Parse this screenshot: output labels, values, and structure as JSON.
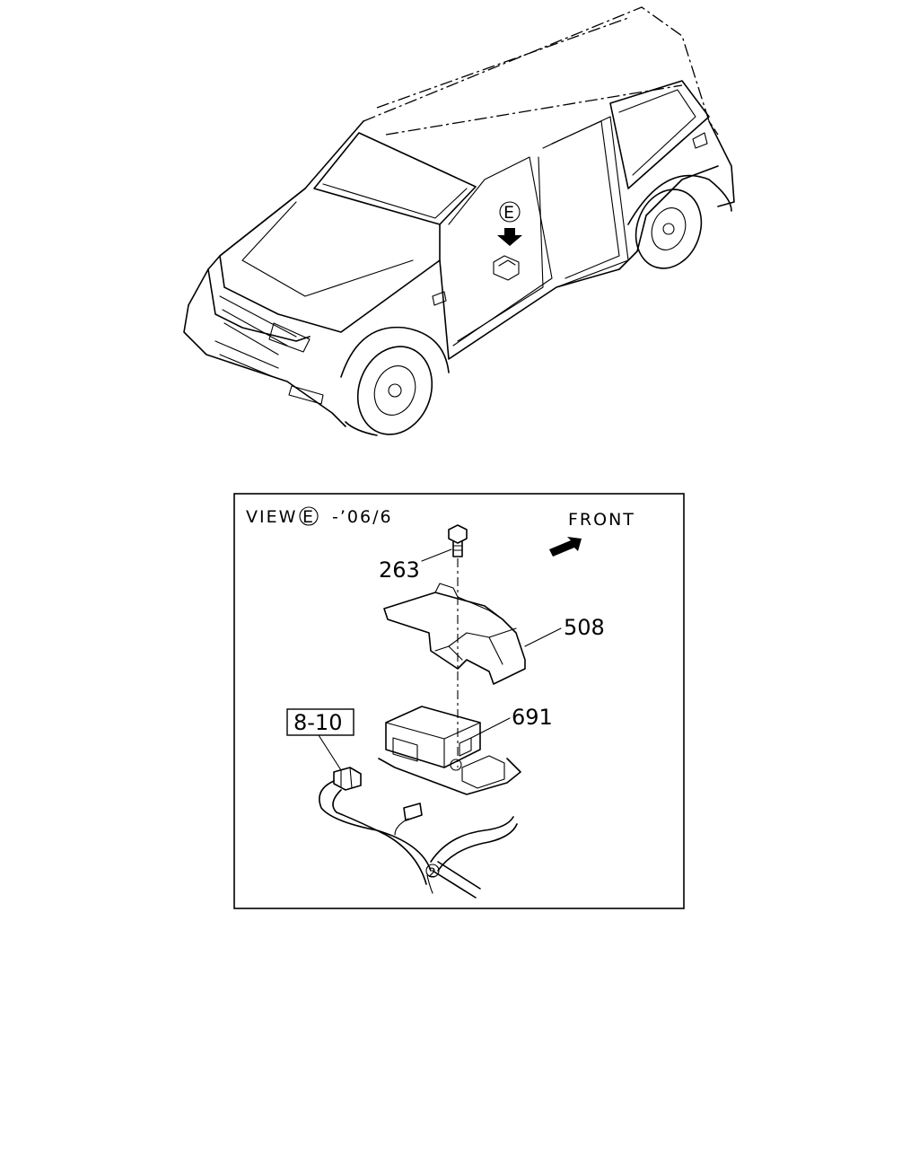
{
  "vehicle": {
    "view_marker": "E"
  },
  "detail": {
    "view_label": "VIEW",
    "view_marker": "E",
    "view_date": "-’06/6",
    "front_label": "FRONT",
    "parts": [
      {
        "id": "263"
      },
      {
        "id": "508"
      },
      {
        "id": "691"
      }
    ],
    "ref_box": "8-10",
    "clip_label": "2"
  },
  "colors": {
    "line": "#000000",
    "background": "#ffffff"
  }
}
